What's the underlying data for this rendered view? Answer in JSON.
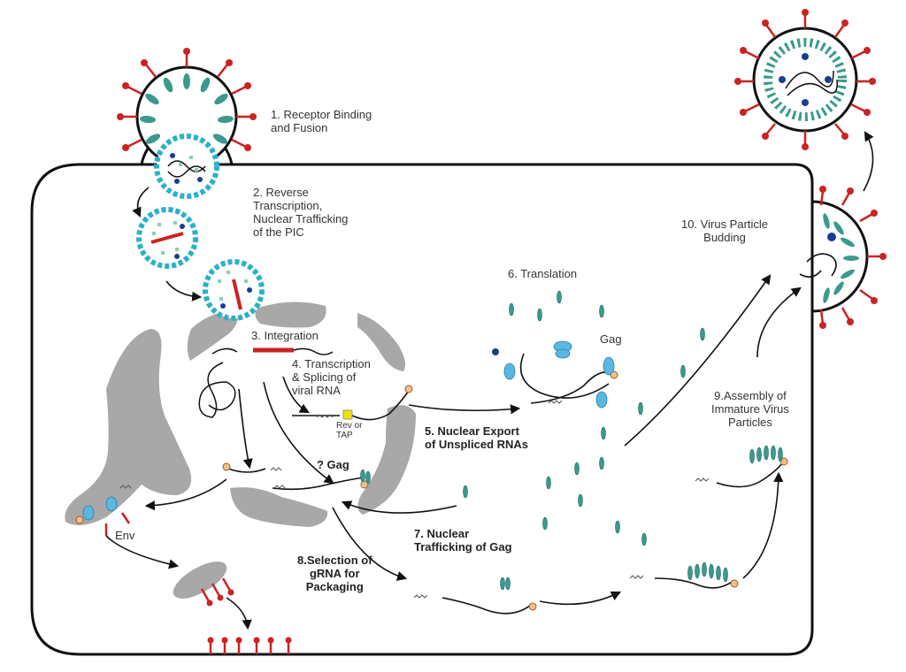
{
  "steps": {
    "s1": "1. Receptor Binding\nand Fusion",
    "s2": "2. Reverse\nTranscription,\nNuclear Trafficking\nof the PIC",
    "s3": "3.  Integration",
    "s4": "4. Transcription\n& Splicing of\nviral RNA",
    "s5": "5. Nuclear Export\nof Unspliced RNAs",
    "s6": "6. Translation",
    "s7": "7.  Nuclear\nTrafficking of Gag",
    "s8": "8.Selection of\ngRNA for\nPackaging",
    "s9": "9.Assembly of\nImmature Virus\nParticles",
    "s10": "10. Virus Particle\nBudding"
  },
  "labels": {
    "gag_cyto": "Gag",
    "gag_nuclear": "? Gag",
    "rev_tap": "Rev or\nTAP",
    "env": "Env"
  },
  "colors": {
    "spike": "#cc2222",
    "gag": "#3a9a8c",
    "capsid": "#2ab0c8",
    "ribosome": "#5ab8e0",
    "rev": "#f0e000",
    "nucleus": "#a8a8a8",
    "membrane": "#111111",
    "dot": "#1a3d8f"
  }
}
